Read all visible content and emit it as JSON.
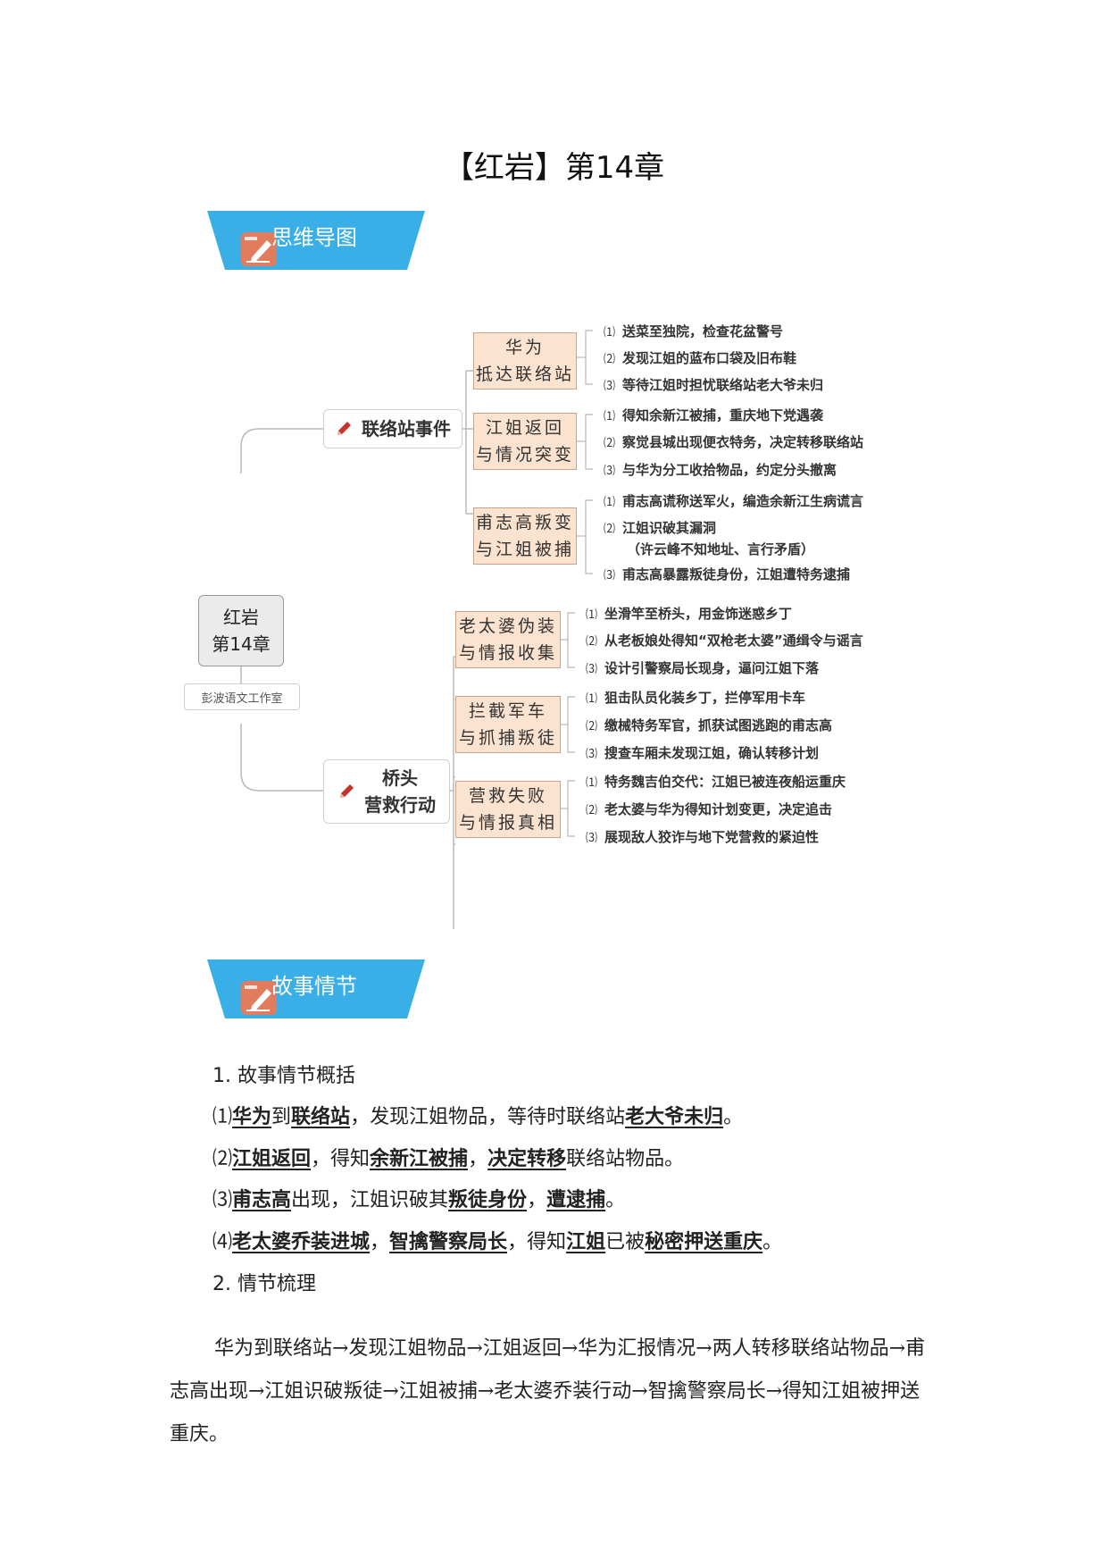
{
  "title": "【红岩】第14章",
  "banners": {
    "mindmap": "思维导图",
    "story": "故事情节"
  },
  "mindmap": {
    "root": [
      "红岩",
      "第14章"
    ],
    "studio": "彭波语文工作室",
    "branches": [
      {
        "label": [
          "联络站事件"
        ],
        "groups": [
          {
            "label": [
              "华为",
              "抵达联络站"
            ],
            "items": [
              "⑴",
              "送菜至独院，检查花盆警号",
              "⑵",
              "发现江姐的蓝布口袋及旧布鞋",
              "⑶",
              "等待江姐时担忧联络站老大爷未归"
            ]
          },
          {
            "label": [
              "江姐返回",
              "与情况突变"
            ],
            "items": [
              "⑴",
              "得知余新江被捕，重庆地下党遇袭",
              "⑵",
              "察觉县城出现便衣特务，决定转移联络站",
              "⑶",
              "与华为分工收拾物品，约定分头撤离"
            ]
          },
          {
            "label": [
              "甫志高叛变",
              "与江姐被捕"
            ],
            "items": [
              "⑴",
              "甫志高谎称送军火，编造余新江生病谎言",
              "⑵",
              "江姐识破其漏洞",
              "（许云峰不知地址、言行矛盾）",
              "⑶",
              "甫志高暴露叛徒身份，江姐遭特务逮捕"
            ]
          }
        ]
      },
      {
        "label": [
          "桥头",
          "营救行动"
        ],
        "groups": [
          {
            "label": [
              "老太婆伪装",
              "与情报收集"
            ],
            "items": [
              "⑴",
              "坐滑竿至桥头，用金饰迷惑乡丁",
              "⑵",
              "从老板娘处得知“双枪老太婆”通缉令与谣言",
              "⑶",
              "设计引警察局长现身，逼问江姐下落"
            ]
          },
          {
            "label": [
              "拦截军车",
              "与抓捕叛徒"
            ],
            "items": [
              "⑴",
              "狙击队员化装乡丁，拦停军用卡车",
              "⑵",
              "缴械特务军官，抓获试图逃跑的甫志高",
              "⑶",
              "搜查车厢未发现江姐，确认转移计划"
            ]
          },
          {
            "label": [
              "营救失败",
              "与情报真相"
            ],
            "items": [
              "⑴",
              "特务魏吉伯交代：江姐已被连夜船运重庆",
              "⑵",
              "老太婆与华为得知计划变更，决定追击",
              "⑶",
              "展现敌人狡诈与地下党营救的紧迫性"
            ]
          }
        ]
      }
    ]
  },
  "story": {
    "h1": "1. 故事情节概括",
    "p1": [
      "⑴",
      "华为",
      "到",
      "联络站",
      "，发现江姐物品，等待时联络站",
      "老大爷未归",
      "。"
    ],
    "p2": [
      "⑵",
      "江姐返回",
      "，得知",
      "余新江被捕",
      "，",
      "决定转移",
      "联络站物品。"
    ],
    "p3": [
      "⑶",
      "甫志高",
      "出现，江姐识破其",
      "叛徒身份",
      "，",
      "遭逮捕",
      "。"
    ],
    "p4": [
      "⑷",
      "老太婆乔装进城",
      "，",
      "智擒警察局长",
      "，得知",
      "江姐",
      "已被",
      "秘密押送重庆",
      "。"
    ],
    "h2": "2. 情节梳理",
    "flow": "华为到联络站→发现江姐物品→江姐返回→华为汇报情况→两人转移联络站物品→甫志高出现→江姐识破叛徒→江姐被捕→老太婆乔装行动→智擒警察局长→得知江姐被押送重庆。"
  },
  "colors": {
    "banner": "#3aaee6",
    "banner_pen": "#e27c5f",
    "node_fill": "#fbe3cf",
    "pencil": "#c8322c"
  }
}
